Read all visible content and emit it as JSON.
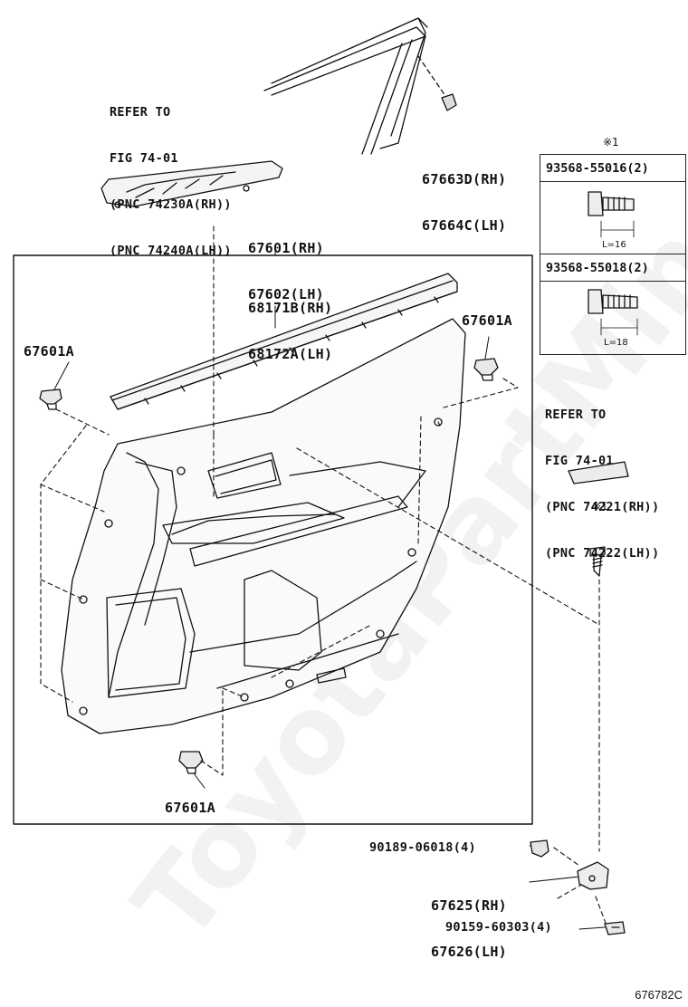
{
  "watermark": "ToyotaPartMine.ru",
  "figure_code": "676782C",
  "refs": {
    "top": {
      "line1": "REFER TO",
      "line2": "FIG 74-01",
      "line3": "(PNC 74230A(RH))",
      "line4": "(PNC 74240A(LH))"
    },
    "right": {
      "line1": "REFER TO",
      "line2": "FIG 74-01",
      "line3": "(PNC 74221(RH))",
      "line4": "(PNC 74222(LH))"
    }
  },
  "parts": {
    "glass_channel": {
      "rh": "67663D(RH)",
      "lh": "67664C(LH)"
    },
    "door_trim_board": {
      "rh": "67601(RH)",
      "lh": "67602(LH)"
    },
    "weatherstrip": {
      "rh": "68171B(RH)",
      "lh": "68172A(LH)"
    },
    "clip_left": "67601A",
    "clip_right": "67601A",
    "clip_bottom": "67601A",
    "nut": "90189-06018(4)",
    "bracket": {
      "rh": "67625(RH)",
      "lh": "67626(LH)"
    },
    "screw": "90159-60303(4)"
  },
  "note_mark_table": "※1",
  "note_mark_screw": "※1",
  "screw_table": {
    "rows": [
      {
        "part": "93568-55016(2)",
        "length": "L=16"
      },
      {
        "part": "93568-55018(2)",
        "length": "L=18"
      }
    ]
  }
}
